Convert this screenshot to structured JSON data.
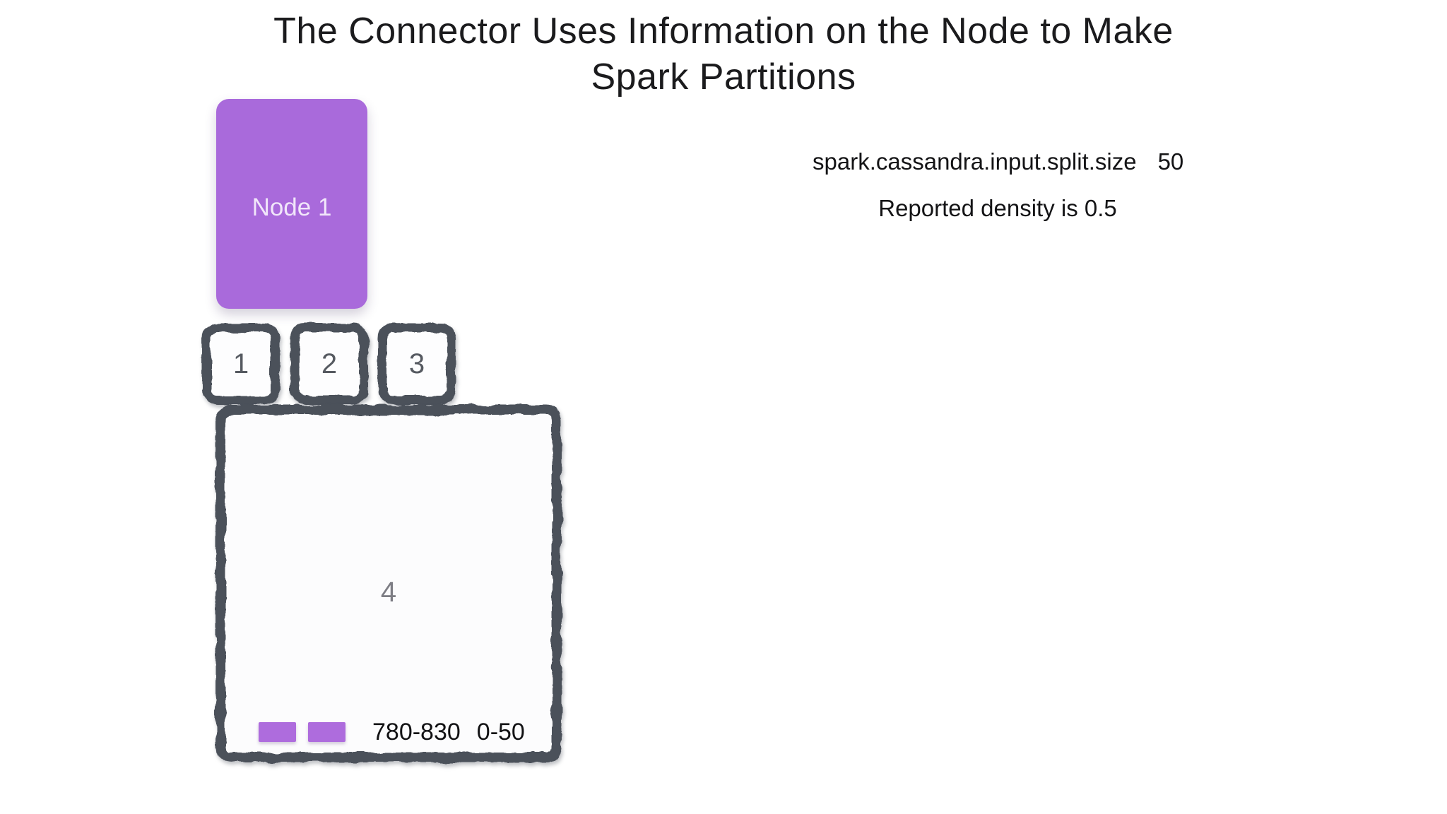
{
  "title": {
    "line1": "The Connector Uses Information on the Node to Make",
    "line2": "Spark Partitions"
  },
  "node": {
    "label": "Node 1"
  },
  "config": {
    "property": "spark.cassandra.input.split.size",
    "value": "50",
    "density_note": "Reported density is 0.5"
  },
  "token_ranges": [
    {
      "label": "1"
    },
    {
      "label": "2"
    },
    {
      "label": "3"
    }
  ],
  "partition": {
    "label": "4",
    "chips": [
      {
        "color": "#ae6cdd"
      },
      {
        "color": "#ae6cdd"
      }
    ],
    "range_label_1": "780-830",
    "range_label_2": "0-50"
  },
  "colors": {
    "node_fill": "#a96adb",
    "node_text": "#f1e6fa",
    "chip_fill": "#ae6cdd",
    "sketch_stroke": "#4b515a",
    "title_text": "#1b1b1d",
    "box_number_text": "#565a61",
    "partition_number_text": "#7d7d84",
    "body_text": "#141416",
    "background": "#ffffff"
  }
}
